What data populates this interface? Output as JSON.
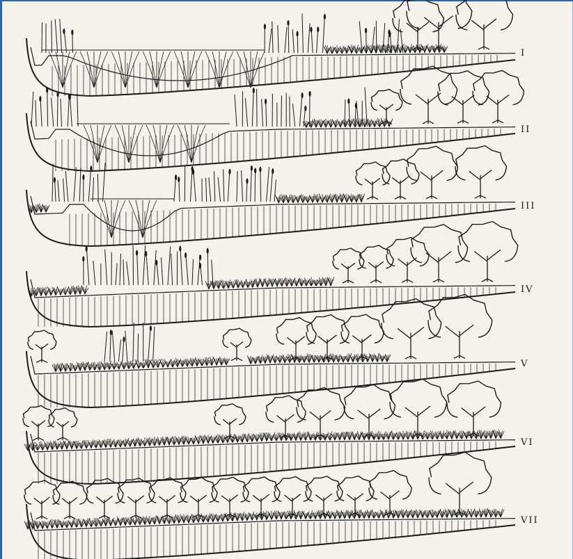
{
  "stages": [
    {
      "numeral": "I"
    },
    {
      "numeral": "II"
    },
    {
      "numeral": "III"
    },
    {
      "numeral": "IV"
    },
    {
      "numeral": "V"
    },
    {
      "numeral": "VI"
    },
    {
      "numeral": "VII"
    }
  ],
  "colors": {
    "paper": "#f4f2ea",
    "ink": "#1a1a1a",
    "frame": "#2c62a8"
  }
}
